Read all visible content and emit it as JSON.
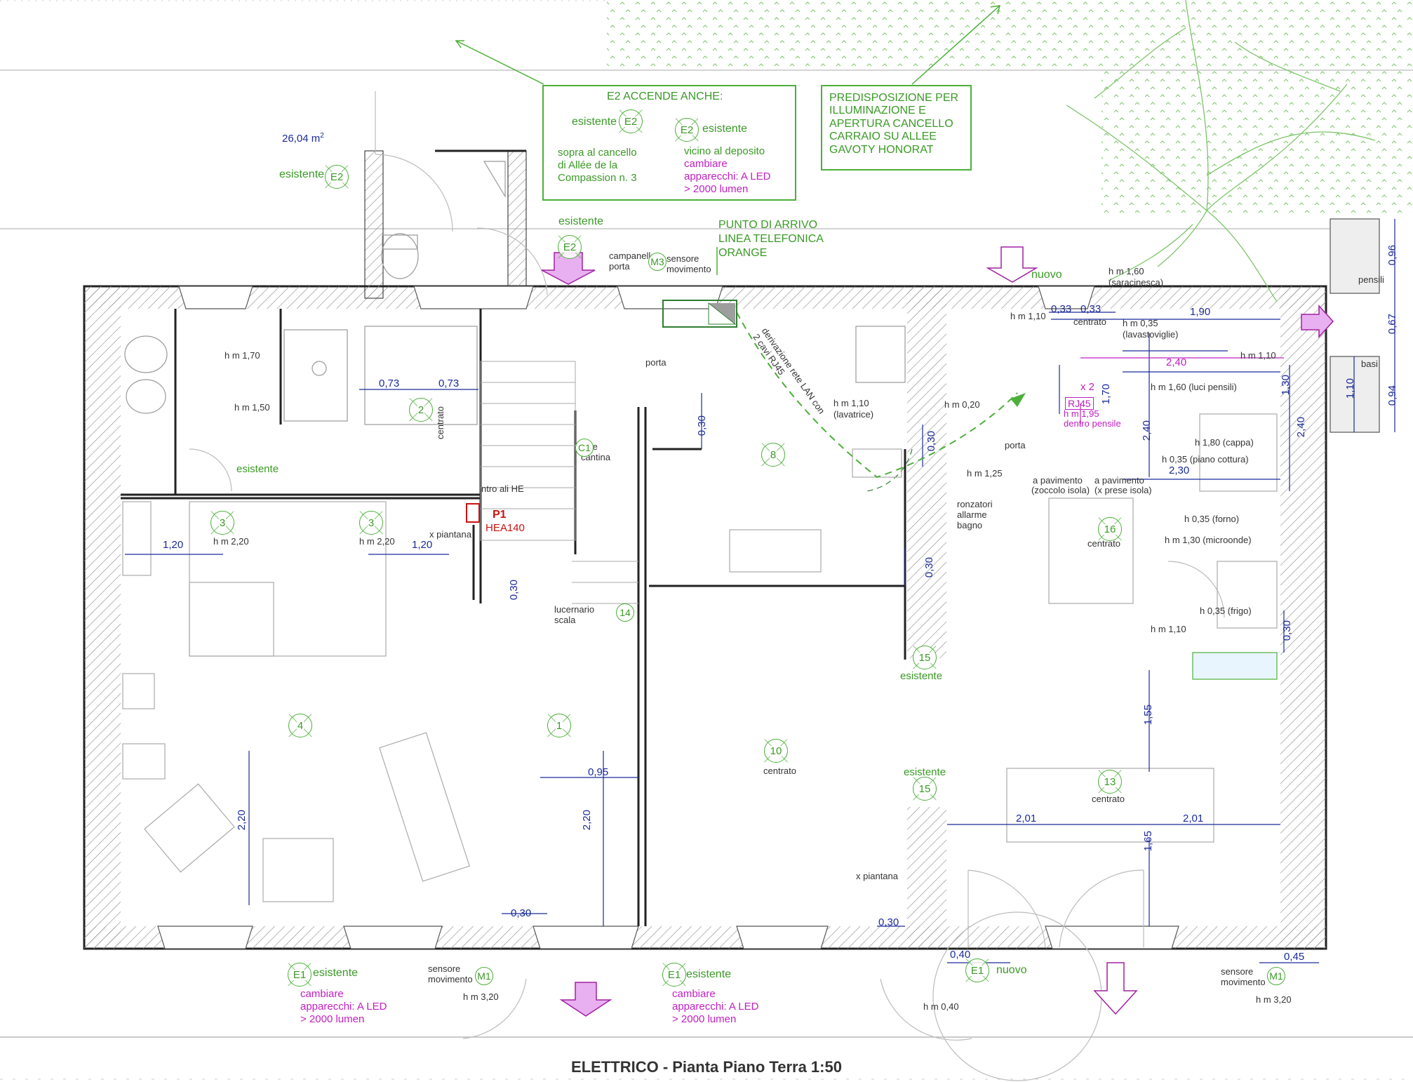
{
  "title": "ELETTRICO - Pianta Piano Terra 1:50",
  "area": {
    "value": "26,04 m",
    "sup": "2"
  },
  "notes": {
    "e2": {
      "header": "E2 ACCENDE ANCHE:",
      "left_tag": "esistente",
      "right_tag": "esistente",
      "left_text": [
        "sopra al cancello",
        "di Allée de la",
        "Compassion n. 3"
      ],
      "right_text": [
        "vicino al deposito"
      ],
      "right_magenta": [
        "cambiare",
        "apparecchi: A LED",
        "> 2000 lumen"
      ]
    },
    "gate": [
      "PREDISPOSIZIONE PER",
      "ILLUMINAZIONE E",
      "APERTURA CANCELLO",
      "CARRAIO SU ALLEE",
      "GAVOTY HONORAT"
    ],
    "phone": [
      "PUNTO DI ARRIVO",
      "LINEA TELEFONICA",
      "ORANGE"
    ]
  },
  "green_labels": [
    {
      "id": "esistente-e2-top",
      "text": "esistente"
    },
    {
      "id": "esistente-e2-door",
      "text": "esistente"
    },
    {
      "id": "esistente-7a",
      "text": "esistente"
    },
    {
      "id": "nuovo-e2",
      "text": "nuovo"
    },
    {
      "id": "esistente-15a",
      "text": "esistente"
    },
    {
      "id": "esistente-15b",
      "text": "esistente"
    },
    {
      "id": "esistente-e1-left",
      "text": "esistente"
    },
    {
      "id": "esistente-e1-mid",
      "text": "esistente"
    },
    {
      "id": "nuovo-e1",
      "text": "nuovo"
    }
  ],
  "magenta_labels": {
    "e1_left": [
      "cambiare",
      "apparecchi: A LED",
      "> 2000 lumen"
    ],
    "e1_mid": [
      "cambiare",
      "apparecchi: A LED",
      "> 2000 lumen"
    ],
    "rj45": "RJ45",
    "rj45_h": "h m 1,95",
    "rj45_note": "dentro pensile",
    "x2": "x 2"
  },
  "dimensions": [
    "0,73",
    "0,73",
    "1,20",
    "1,20",
    "0,30",
    "0,30",
    "0,30",
    "0,30",
    "0,95",
    "2,20",
    "2,20",
    "0,33",
    "0,33",
    "1,90",
    "2,40",
    "1,70",
    "2,40",
    "2,30",
    "1,30",
    "2,40",
    "0,30",
    "1,55",
    "1,65",
    "2,01",
    "2,01",
    "0,30",
    "0,40",
    "0,45",
    "0,30",
    "0,96",
    "0,67",
    "1,10",
    "0,94"
  ],
  "dark_labels": {
    "h170": "h m 1,70",
    "h150": "h m 1,50",
    "centrato_2": "centrato",
    "h220a": "h m 2,20",
    "h220b": "h m 2,20",
    "xpiantana1": "x piantana",
    "campanello": "campanello porta",
    "sensore_top": "sensore movimento",
    "porta_top": "porta",
    "luce_cantina": "luce cantina",
    "lucernario": "lucernario scala",
    "centrato_10": "centrato",
    "h110": "h m 1,10",
    "lavatrice": "(lavatrice)",
    "h020": "h m 0,20",
    "h125": "h m 1,25",
    "porta_mid": "porta",
    "ronzatori": "ronzatori allarme bagno",
    "h110b": "h m 1,10",
    "centrato_top": "centrato",
    "h160": "h m 1,60",
    "saracinesca": "(saracinesca)",
    "h035a": "h m 0,35",
    "lavastoviglie": "(lavastoviglie)",
    "h160b": "h m 1,60 (luci pensili)",
    "h180": "h 1,80 (cappa)",
    "h035b": "h 0,35 (piano cottura)",
    "pav1": "a pavimento",
    "zoccolo": "(zoccolo isola)",
    "pav2": "a pavimento",
    "prese": "(x prese isola)",
    "centrato_16": "centrato",
    "forno": "h 0,35 (forno)",
    "microonde": "h m 1,30 (microonde)",
    "frigo": "h 0,35 (frigo)",
    "h110c": "h m 1,10",
    "centrato_13": "centrato",
    "xpiantana2": "x piantana",
    "sensore_bl": "sensore movimento",
    "h320a": "h m 3,20",
    "h040": "h m 0,40",
    "sensore_br": "sensore movimento",
    "h320b": "h m 3,20",
    "pensili": "pensili",
    "basi": "basi",
    "derivazione": "derivazione rete LAN con 2 cavi RJ45",
    "h110d": "h m 1,10",
    "centro": "ntro ali HE"
  },
  "beam": {
    "id": "P1",
    "profile": "HEA140"
  },
  "fixtures": [
    "E2",
    "E2",
    "E2",
    "E2",
    "3",
    "3",
    "2",
    "4",
    "1",
    "8",
    "10",
    "13",
    "16",
    "15",
    "15",
    "E1",
    "E1",
    "E1",
    "M1",
    "M1",
    "M3",
    "C1",
    "14"
  ],
  "colors": {
    "green": "#4caf3a",
    "magenta": "#c020c0",
    "blue": "#1a2a9a",
    "red": "#cc1111",
    "wall": "#222222",
    "arrow_fill": "#e8b0f0"
  }
}
